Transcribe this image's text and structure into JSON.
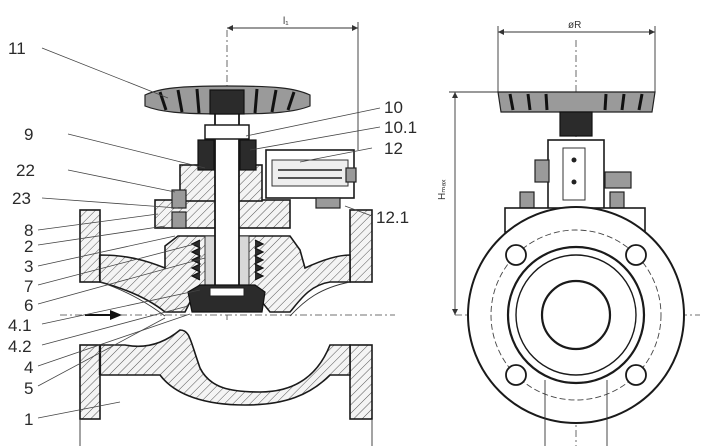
{
  "labels": {
    "p11": "11",
    "p9": "9",
    "p22": "22",
    "p23": "23",
    "p8": "8",
    "p2": "2",
    "p3": "3",
    "p7": "7",
    "p6": "6",
    "p41": "4.1",
    "p42": "4.2",
    "p4": "4",
    "p5": "5",
    "p1": "1",
    "p10": "10",
    "p101": "10.1",
    "p12": "12",
    "p121": "12.1"
  },
  "dimensions": {
    "l1": "l₁",
    "diameter_r": "øR",
    "h_max": "Hₘₐₓ"
  }
}
